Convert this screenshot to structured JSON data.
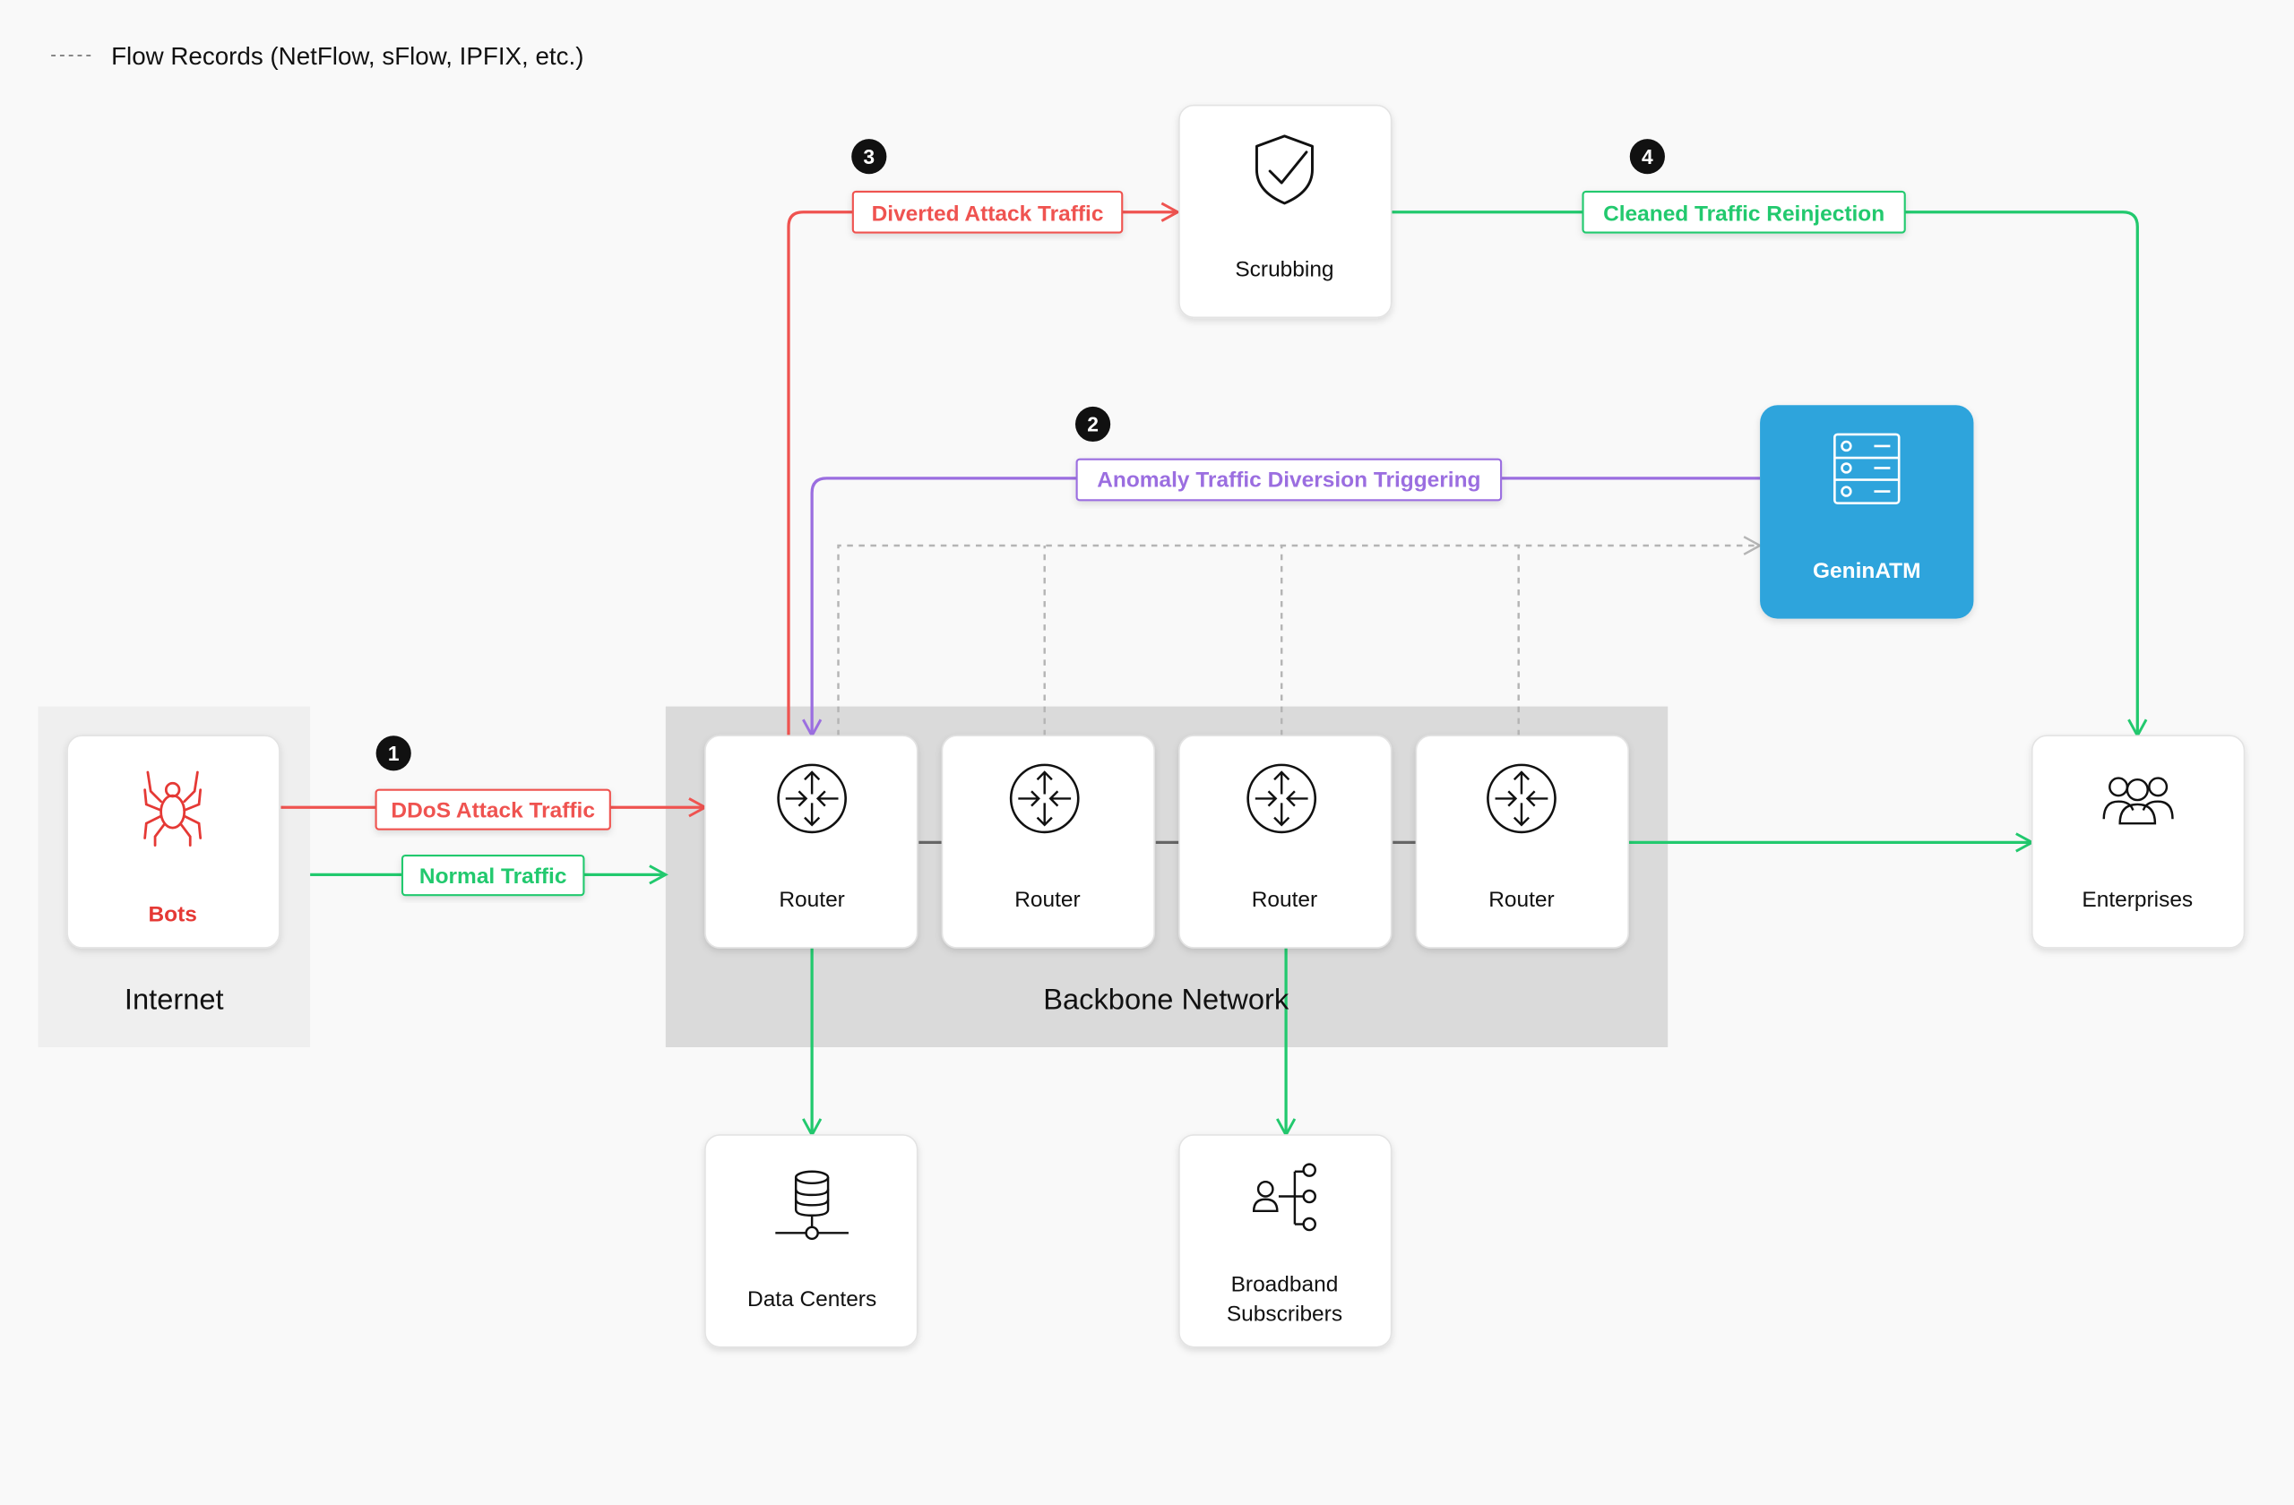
{
  "legend": {
    "label": "Flow Records (NetFlow, sFlow, IPFIX, etc.)"
  },
  "regions": {
    "internet": "Internet",
    "backbone": "Backbone Network"
  },
  "nodes": {
    "bots": "Bots",
    "router_1": "Router",
    "router_2": "Router",
    "router_3": "Router",
    "router_4": "Router",
    "scrubbing": "Scrubbing",
    "geninatm": "GeninATM",
    "enterprises": "Enterprises",
    "data_centers": "Data Centers",
    "broadband_line1": "Broadband",
    "broadband_line2": "Subscribers"
  },
  "flows": {
    "ddos": "DDoS Attack Traffic",
    "normal": "Normal Traffic",
    "anomaly": "Anomaly Traffic Diversion Triggering",
    "diverted": "Diverted Attack Traffic",
    "cleaned": "Cleaned Traffic Reinjection"
  },
  "steps": {
    "one": "1",
    "two": "2",
    "three": "3",
    "four": "4"
  },
  "colors": {
    "attack": "#ef5350",
    "normal": "#22c96e",
    "anomaly": "#9b6ee0",
    "flow_record": "#b5b5b5",
    "geninatm_bg": "#2fa4dc",
    "region_bg": "#dadada",
    "internet_bg": "#efefef"
  },
  "icons": {
    "bots": "spider-icon",
    "router": "router-icon",
    "scrubbing": "shield-check-icon",
    "geninatm": "server-icon",
    "enterprises": "group-icon",
    "data_centers": "database-icon",
    "broadband": "network-user-icon"
  }
}
